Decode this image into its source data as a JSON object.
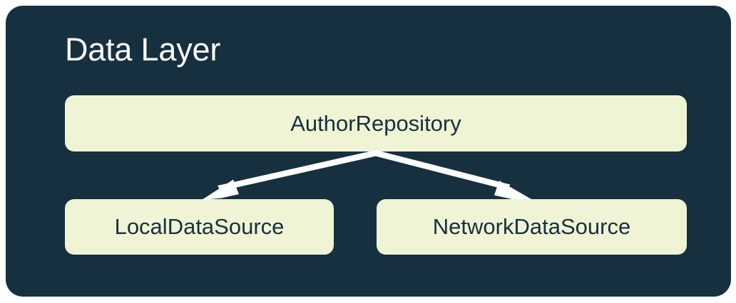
{
  "diagram": {
    "title": "Data Layer",
    "container_color": "#16303F",
    "node_color": "#EFF4D4",
    "node_text_color": "#17303F",
    "title_color": "#FFFFFF",
    "arrow_color": "#FFFFFF",
    "nodes": [
      {
        "id": "repository",
        "label": "AuthorRepository"
      },
      {
        "id": "local",
        "label": "LocalDataSource"
      },
      {
        "id": "network",
        "label": "NetworkDataSource"
      }
    ],
    "edges": [
      {
        "from": "repository",
        "to": "local",
        "style": "arrow"
      },
      {
        "from": "repository",
        "to": "network",
        "style": "arrow"
      }
    ]
  }
}
